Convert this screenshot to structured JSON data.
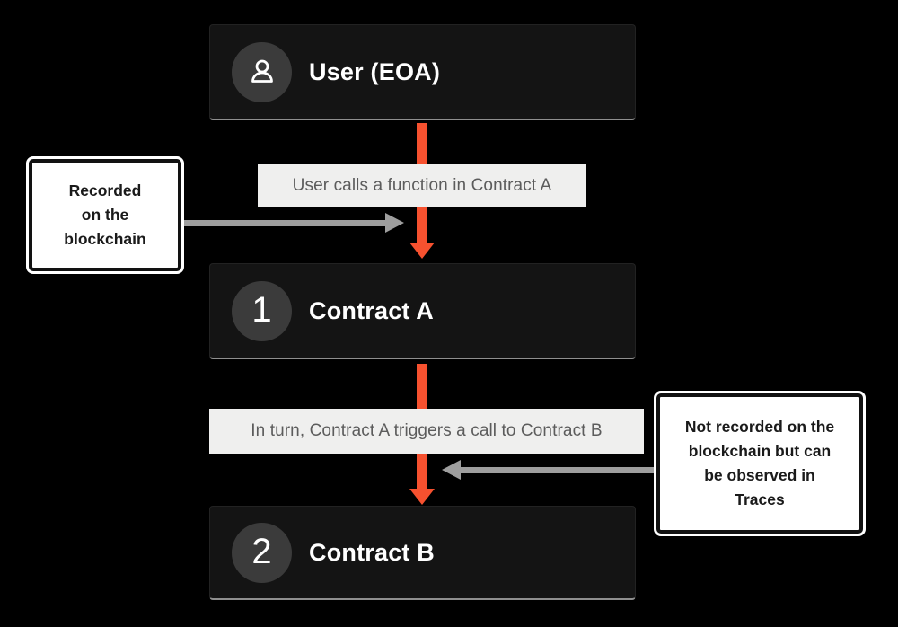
{
  "colors": {
    "background": "#000000",
    "node_box": "#141414",
    "node_badge_circle": "#3b3b3b",
    "node_text": "#ffffff",
    "node_bottom_edge": "#8f8f8f",
    "flow_arrow_orange": "#f6512f",
    "flow_label_bg": "#efefee",
    "flow_label_text": "#5c5c5c",
    "annotation_bg": "#ffffff",
    "annotation_border": "#121212",
    "annotation_text": "#1a1a1a",
    "pointer_arrow_gray": "#9e9e9e"
  },
  "nodes": [
    {
      "id": "user",
      "badge": "",
      "title": "User (EOA)"
    },
    {
      "id": "contract-a",
      "badge": "1",
      "title": "Contract A"
    },
    {
      "id": "contract-b",
      "badge": "2",
      "title": "Contract B"
    }
  ],
  "flow_labels": [
    {
      "text": "User calls a function in Contract A"
    },
    {
      "text": "In turn, Contract A triggers a call to Contract B"
    }
  ],
  "annotations": {
    "left": {
      "text": "Recorded on the blockchain",
      "lines": [
        "Recorded",
        "on the",
        "blockchain"
      ]
    },
    "right": {
      "text": "Not recorded on the blockchain but can be observed in Traces",
      "lines": [
        "Not recorded on the",
        "blockchain but can",
        "be observed in",
        "Traces"
      ]
    }
  }
}
